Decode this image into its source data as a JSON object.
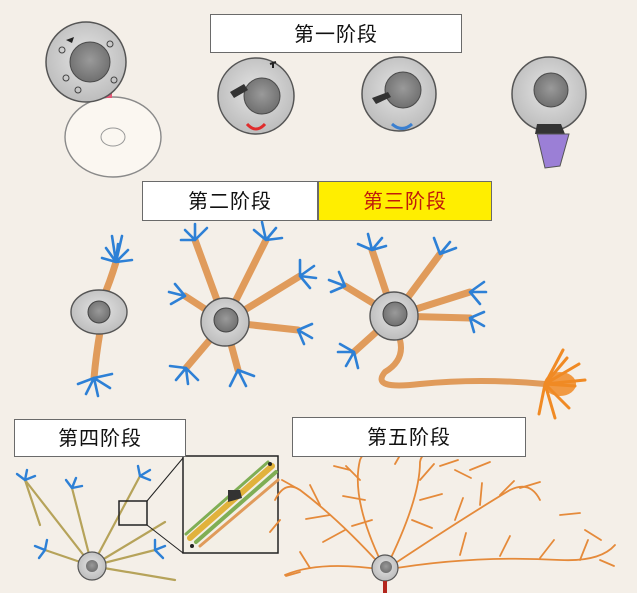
{
  "stages": {
    "stage1": "第一阶段",
    "stage2": "第二阶段",
    "stage3": "第三阶段",
    "stage4": "第四阶段",
    "stage5": "第五阶段"
  },
  "colors": {
    "background": "#f4efe8",
    "cell_body": "#cfcfcf",
    "process": "#e09b5b",
    "growth_cone": "#2d80d6",
    "dendrite_tree": "#e58a3a",
    "axon_terminal": "#f08a24",
    "highlight": "#ffee00",
    "highlight_text": "#c01b0b"
  }
}
